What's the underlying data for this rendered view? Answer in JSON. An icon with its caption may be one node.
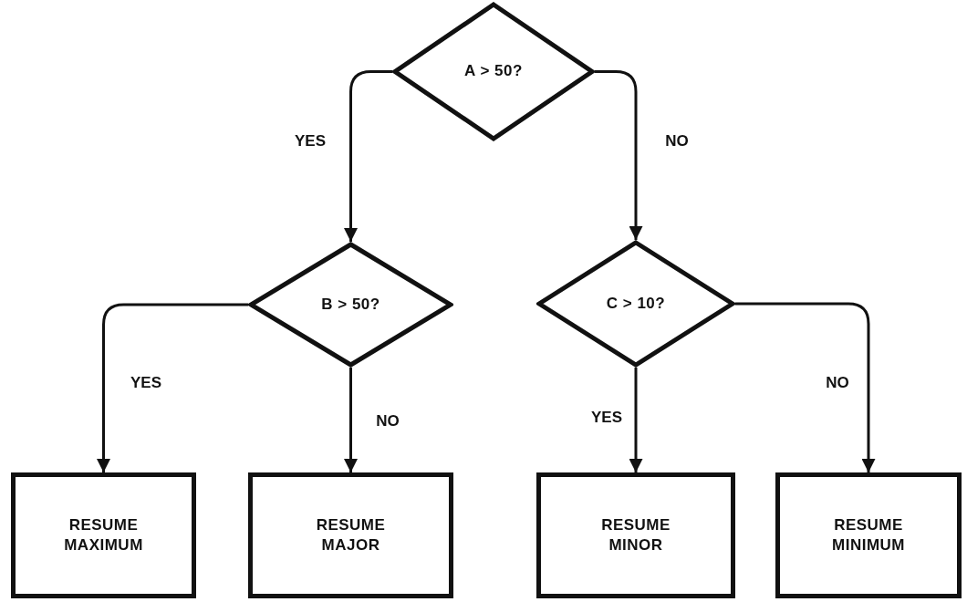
{
  "diagram": {
    "nodes": [
      {
        "text": [
          "A > 50?"
        ]
      },
      {
        "text": [
          "B > 50?"
        ]
      },
      {
        "text": [
          "C > 10?"
        ]
      },
      {
        "text": [
          "RESUME MAXIMUM"
        ]
      },
      {
        "text": [
          "RESUME MAJOR"
        ]
      },
      {
        "text": [
          "RESUME MINOR"
        ]
      },
      {
        "text": [
          "RESUME MINIMUM"
        ]
      }
    ],
    "edges": [
      {
        "from": 0,
        "to": 1,
        "arrow": "to",
        "label": "YES"
      },
      {
        "from": 0,
        "to": 2,
        "arrow": "to",
        "label": "NO"
      },
      {
        "from": 1,
        "to": 3,
        "arrow": "to",
        "label": "YES"
      },
      {
        "from": 1,
        "to": 4,
        "arrow": "to",
        "label": "NO"
      },
      {
        "from": 2,
        "to": 5,
        "arrow": "to",
        "label": "YES"
      },
      {
        "from": 2,
        "to": 6,
        "arrow": "to",
        "label": "NO"
      }
    ]
  }
}
